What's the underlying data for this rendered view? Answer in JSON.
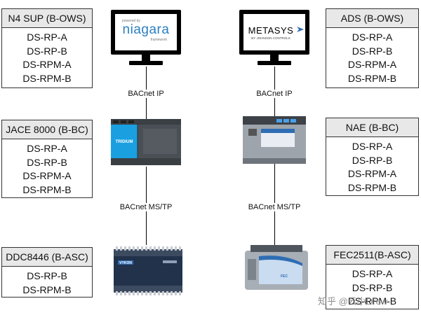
{
  "left": {
    "ows": {
      "title": "N4 SUP (B-OWS)",
      "items": [
        "DS-RP-A",
        "DS-RP-B",
        "DS-RPM-A",
        "DS-RPM-B"
      ]
    },
    "bc": {
      "title": "JACE 8000 (B-BC)",
      "items": [
        "DS-RP-A",
        "DS-RP-B",
        "DS-RPM-A",
        "DS-RPM-B"
      ]
    },
    "asc": {
      "title": "DDC8446 (B-ASC)",
      "items": [
        "DS-RP-B",
        "DS-RPM-B"
      ]
    },
    "monitor": {
      "powered": "powered by",
      "brand": "niagara",
      "sub": "framework"
    },
    "device_bc": {
      "label": "TRIDIUM"
    },
    "device_asc": {
      "label": "VYKON"
    }
  },
  "right": {
    "ows": {
      "title": "ADS (B-OWS)",
      "items": [
        "DS-RP-A",
        "DS-RP-B",
        "DS-RPM-A",
        "DS-RPM-B"
      ]
    },
    "bc": {
      "title": "NAE (B-BC)",
      "items": [
        "DS-RP-A",
        "DS-RP-B",
        "DS-RPM-A",
        "DS-RPM-B"
      ]
    },
    "asc": {
      "title": "FEC2511(B-ASC)",
      "items": [
        "DS-RP-A",
        "DS-RP-B",
        "DS-RPM-B"
      ]
    },
    "monitor": {
      "brand": "METASYS",
      "sub": "BY JOHNSON CONTROLS"
    },
    "device_asc": {
      "label": "FEC"
    }
  },
  "links": {
    "ip": "BACnet IP",
    "mstp": "BACnet MS/TP"
  },
  "watermark": "知乎 @云小Drew",
  "colors": {
    "box_border": "#333333",
    "header_bg": "#e8e8e8",
    "niagara_blue": "#2a7fc1",
    "tridium_blue": "#1aa0e0",
    "metasys_blue": "#2f6db3"
  }
}
